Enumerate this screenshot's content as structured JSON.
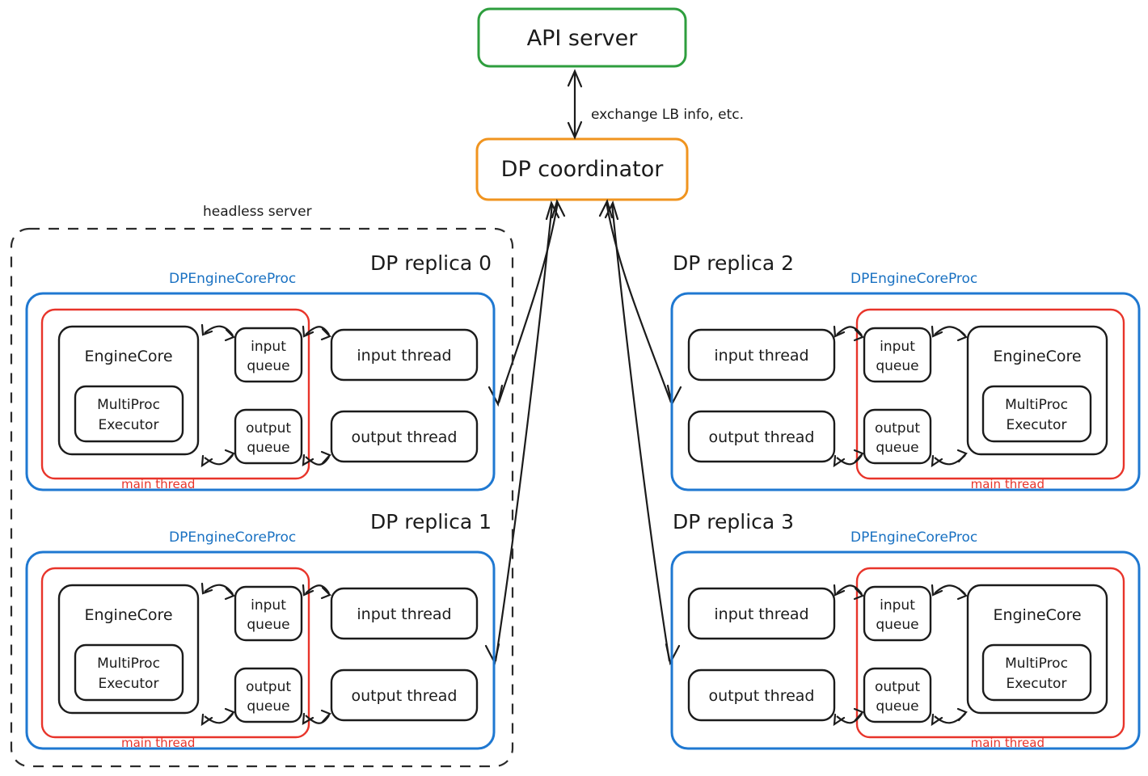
{
  "diagram": {
    "title_nodes": {
      "api_server": "API server",
      "dp_coordinator": "DP coordinator"
    },
    "edge_labels": {
      "coordinator_api": "exchange LB info, etc."
    },
    "group_labels": {
      "headless_server": "headless server"
    },
    "colors": {
      "api_server": "#2e9e3e",
      "dp_coordinator": "#f0941f",
      "proc_boundary": "#1971c2",
      "main_thread": "#e8342a",
      "default_stroke": "#1b1b1b",
      "background": "#ffffff"
    },
    "node_labels": {
      "engine_core": "EngineCore",
      "multiproc_executor": "MultiProc\nExecutor",
      "multiproc_executor_line1": "MultiProc",
      "multiproc_executor_line2": "Executor",
      "input_queue_line1": "input",
      "input_queue_line2": "queue",
      "output_queue_line1": "output",
      "output_queue_line2": "queue",
      "input_thread": "input thread",
      "output_thread": "output thread",
      "proc_label": "DPEngineCoreProc",
      "main_thread_label": "main thread"
    },
    "replicas": [
      {
        "id": 0,
        "title": "DP replica 0",
        "side": "left",
        "inside_headless": true
      },
      {
        "id": 1,
        "title": "DP replica 1",
        "side": "left",
        "inside_headless": true
      },
      {
        "id": 2,
        "title": "DP replica 2",
        "side": "right",
        "inside_headless": false
      },
      {
        "id": 3,
        "title": "DP replica 3",
        "side": "right",
        "inside_headless": false
      }
    ]
  }
}
